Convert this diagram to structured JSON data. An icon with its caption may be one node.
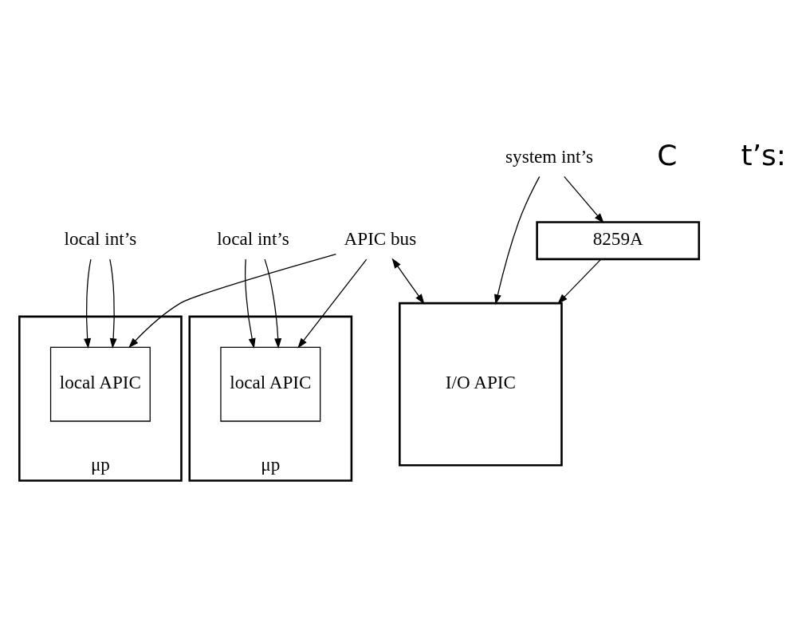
{
  "diagram": {
    "nodes": [
      {
        "text": [
          "μp"
        ]
      },
      {
        "text": [
          "local APIC"
        ],
        "in": 0
      },
      {
        "text": [
          "local int’s"
        ]
      },
      {
        "text": [
          "μp"
        ]
      },
      {
        "text": [
          "local APIC"
        ],
        "in": 3
      },
      {
        "text": [
          "local int’s"
        ]
      },
      {
        "text": [
          "APIC bus"
        ]
      },
      {
        "text": [
          "I/O APIC"
        ]
      },
      {
        "text": [
          "system int’s"
        ]
      },
      {
        "text": [
          "8259A"
        ]
      }
    ],
    "edges": [
      {
        "from": 2,
        "to": 1,
        "arrow": "to"
      },
      {
        "from": 2,
        "to": 1,
        "arrow": "to"
      },
      {
        "from": 5,
        "to": 4,
        "arrow": "to"
      },
      {
        "from": 5,
        "to": 4,
        "arrow": "to"
      },
      {
        "from": 6,
        "to": 1,
        "arrow": "to"
      },
      {
        "from": 6,
        "to": 4,
        "arrow": "to"
      },
      {
        "from": 6,
        "to": 7,
        "arrow": "both"
      },
      {
        "from": 8,
        "to": 7,
        "arrow": "to"
      },
      {
        "from": 8,
        "to": 9,
        "arrow": "to"
      },
      {
        "from": 9,
        "to": 7,
        "arrow": "to"
      }
    ],
    "labels": [
      "C",
      "t’s:"
    ]
  }
}
